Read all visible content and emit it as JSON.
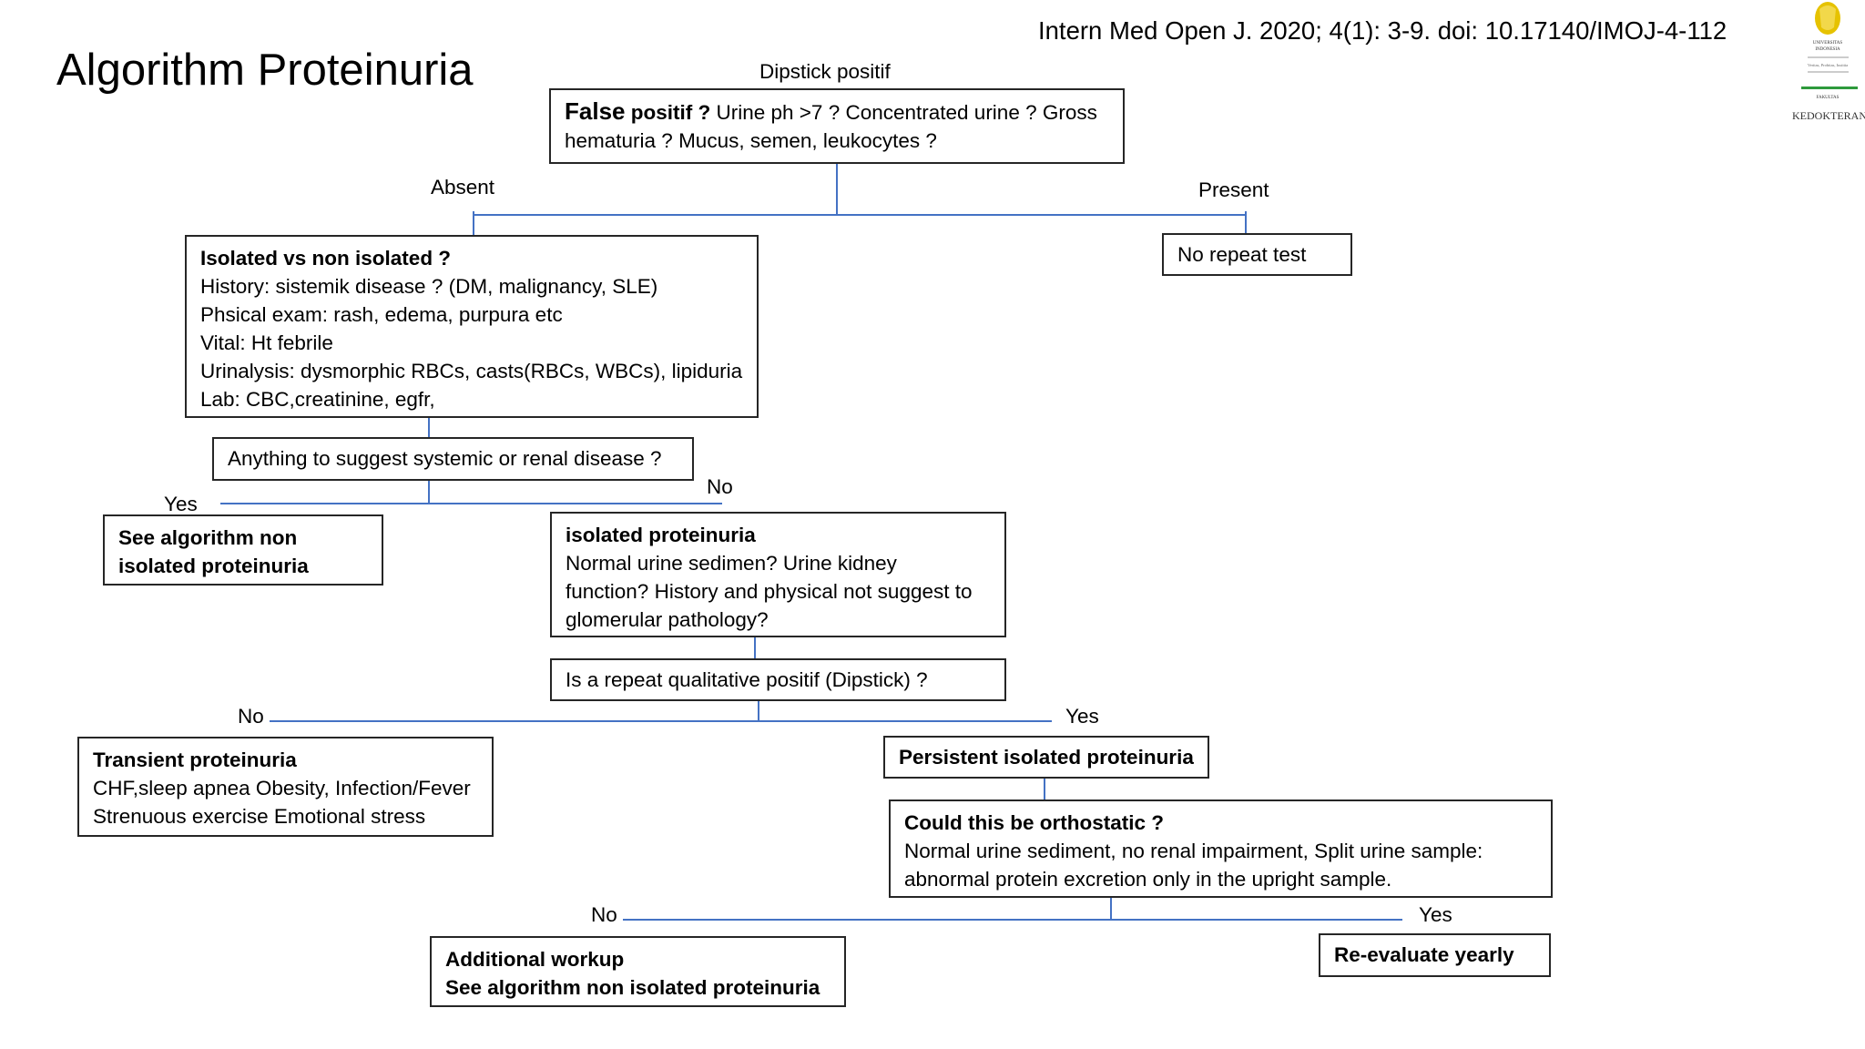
{
  "title": "Algorithm Proteinuria",
  "citation": "Intern Med Open J. 2020; 4(1): 3-9. doi: 10.17140/IMOJ-4-112",
  "logo": {
    "line1": "UNIVERSITAS",
    "line2": "INDONESIA",
    "line3": "Veritas, Probitas, Iustitia",
    "line4": "FAKULTAS",
    "line5": "KEDOKTERAN"
  },
  "colors": {
    "connector": "#4472c4",
    "box_border": "#262626",
    "logo_gold": "#e6c200",
    "logo_green": "#2e9a3c"
  },
  "labels": {
    "dipstick": "Dipstick positif",
    "absent": "Absent",
    "present": "Present",
    "yes1": "Yes",
    "no1": "No",
    "no2": "No",
    "yes2": "Yes",
    "no3": "No",
    "yes3": "Yes"
  },
  "boxes": {
    "false_positive": {
      "lead": "False",
      "lead2": " positif ?",
      "rest": " Urine ph >7 ? Concentrated urine ? Gross",
      "line2": "hematuria ? Mucus, semen, leukocytes ?"
    },
    "no_repeat": "No repeat test",
    "isolated_vs": {
      "heading": "Isolated vs non isolated ?",
      "lines": [
        "History: sistemik disease ? (DM, malignancy, SLE)",
        "Phsical exam: rash, edema, purpura etc",
        "Vital: Ht febrile",
        "Urinalysis: dysmorphic RBCs, casts(RBCs, WBCs), lipiduria",
        "Lab: CBC,creatinine, egfr,"
      ]
    },
    "anything": "Anything to suggest systemic or renal disease ?",
    "see_algo_1": [
      "See algorithm non",
      "isolated proteinuria"
    ],
    "isolated_prot": {
      "heading": "isolated proteinuria",
      "lines": [
        "Normal urine sedimen? Urine kidney",
        "function? History and physical not suggest to",
        "glomerular pathology?"
      ]
    },
    "repeat": "Is a repeat qualitative positif  (Dipstick) ?",
    "transient": {
      "heading": "Transient proteinuria",
      "lines": [
        "CHF,sleep apnea Obesity, Infection/Fever",
        "Strenuous exercise Emotional stress"
      ]
    },
    "persistent": "Persistent isolated proteinuria",
    "orthostatic": {
      "heading": "Could this be orthostatic ?",
      "lines": [
        "Normal urine sediment, no renal impairment, Split urine sample:",
        "abnormal protein excretion only in the upright sample."
      ]
    },
    "additional": [
      "Additional workup",
      "See algorithm non isolated proteinuria"
    ],
    "reevaluate": "Re-evaluate yearly"
  }
}
